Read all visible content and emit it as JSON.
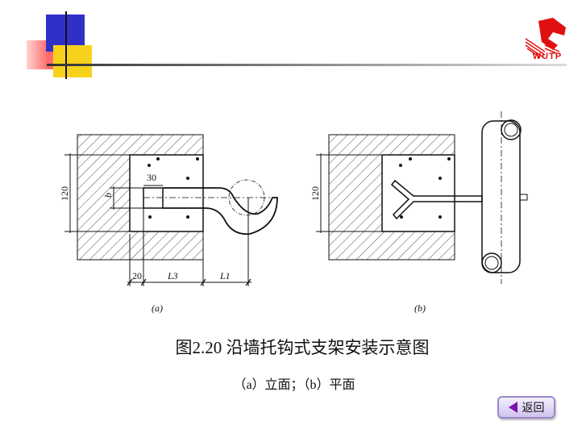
{
  "logo": {
    "text": "WUTP"
  },
  "figure_a": {
    "dim_height": "120",
    "dim_b": "b",
    "dim_30": "30",
    "dim_20": "20",
    "dim_L3": "L3",
    "dim_L1": "L1",
    "caption": "(a)"
  },
  "figure_b": {
    "dim_height": "120",
    "caption": "(b)"
  },
  "title": "图2.20  沿墙托钩式支架安装示意图",
  "subtitle": "（a）立面；（b）平面",
  "back_button": {
    "label": "返回"
  },
  "colors": {
    "blue": "#3030c8",
    "yellow": "#f7d21a",
    "red": "#ff6060",
    "logo_red": "#e01010",
    "button_purple": "#7a10b0"
  }
}
